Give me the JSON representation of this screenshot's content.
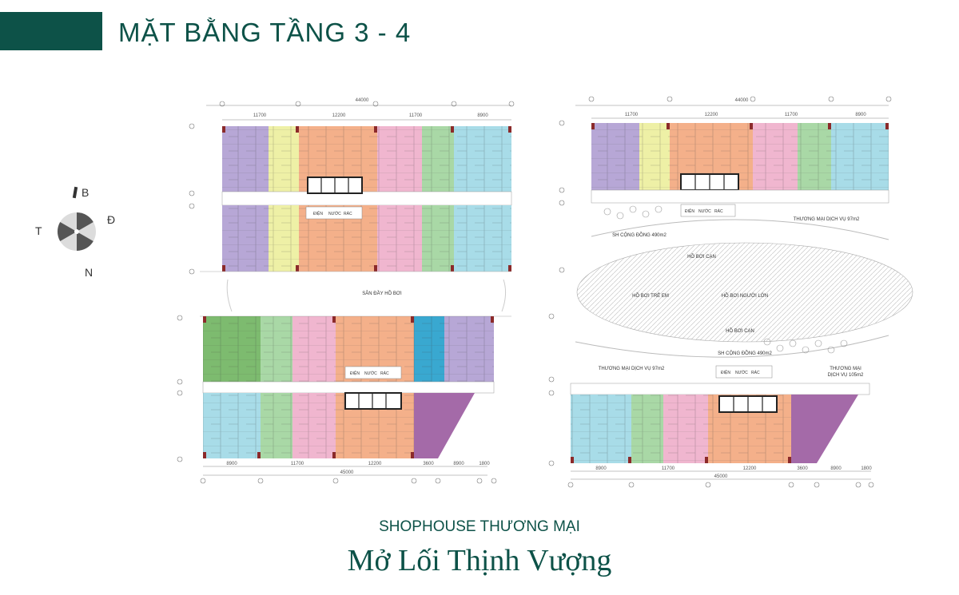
{
  "header": {
    "title": "MẶT BẰNG TẦNG 3 - 4"
  },
  "compass": {
    "north": "B",
    "south": "N",
    "east": "Đ",
    "west": "T"
  },
  "footer": {
    "subtitle": "SHOPHOUSE THƯƠNG MẠI",
    "slogan": "Mở Lối Thịnh Vượng"
  },
  "plan_labels": {
    "left_top_dims": [
      "11700",
      "12200",
      "11700",
      "8900"
    ],
    "left_total": "44000",
    "pool_deck": "SÂN ĐẦY HỒ BƠI",
    "left_bottom_dims": [
      "8900",
      "11700",
      "12200",
      "3600",
      "8900",
      "1800"
    ],
    "left_bottom_total": "45000",
    "services": [
      "ĐIỆN",
      "NƯỚC",
      "RÁC"
    ],
    "right_top_dims": [
      "11700",
      "12200",
      "11700",
      "8900"
    ],
    "right_total": "44000",
    "commercial_97": "THƯƠNG MẠI DỊCH VỤ 97m2",
    "community_490": "SH CỘNG ĐỒNG 490m2",
    "dry_pool": "HỒ BƠI CẠN",
    "kids_pool": "HỒ BƠI TRẺ EM",
    "adult_pool": "HỒ BƠI NGƯỜI LỚN",
    "commercial_105_line1": "THƯƠNG MẠI",
    "commercial_105_line2": "DỊCH VỤ 105m2",
    "right_bottom_dims": [
      "8900",
      "11700",
      "12200",
      "3600",
      "8900",
      "1800"
    ],
    "right_bottom_total": "45000"
  },
  "colors": {
    "brand": "#0d5248",
    "purple": "#b7a7d6",
    "yellow": "#eef0a6",
    "orange": "#f4b08a",
    "pink": "#f0b6cf",
    "green": "#a9d8a6",
    "cyan": "#a8dce8",
    "dark_green": "#7dbb6f",
    "dark_cyan": "#39a8d0",
    "magenta": "#a46aa8"
  }
}
